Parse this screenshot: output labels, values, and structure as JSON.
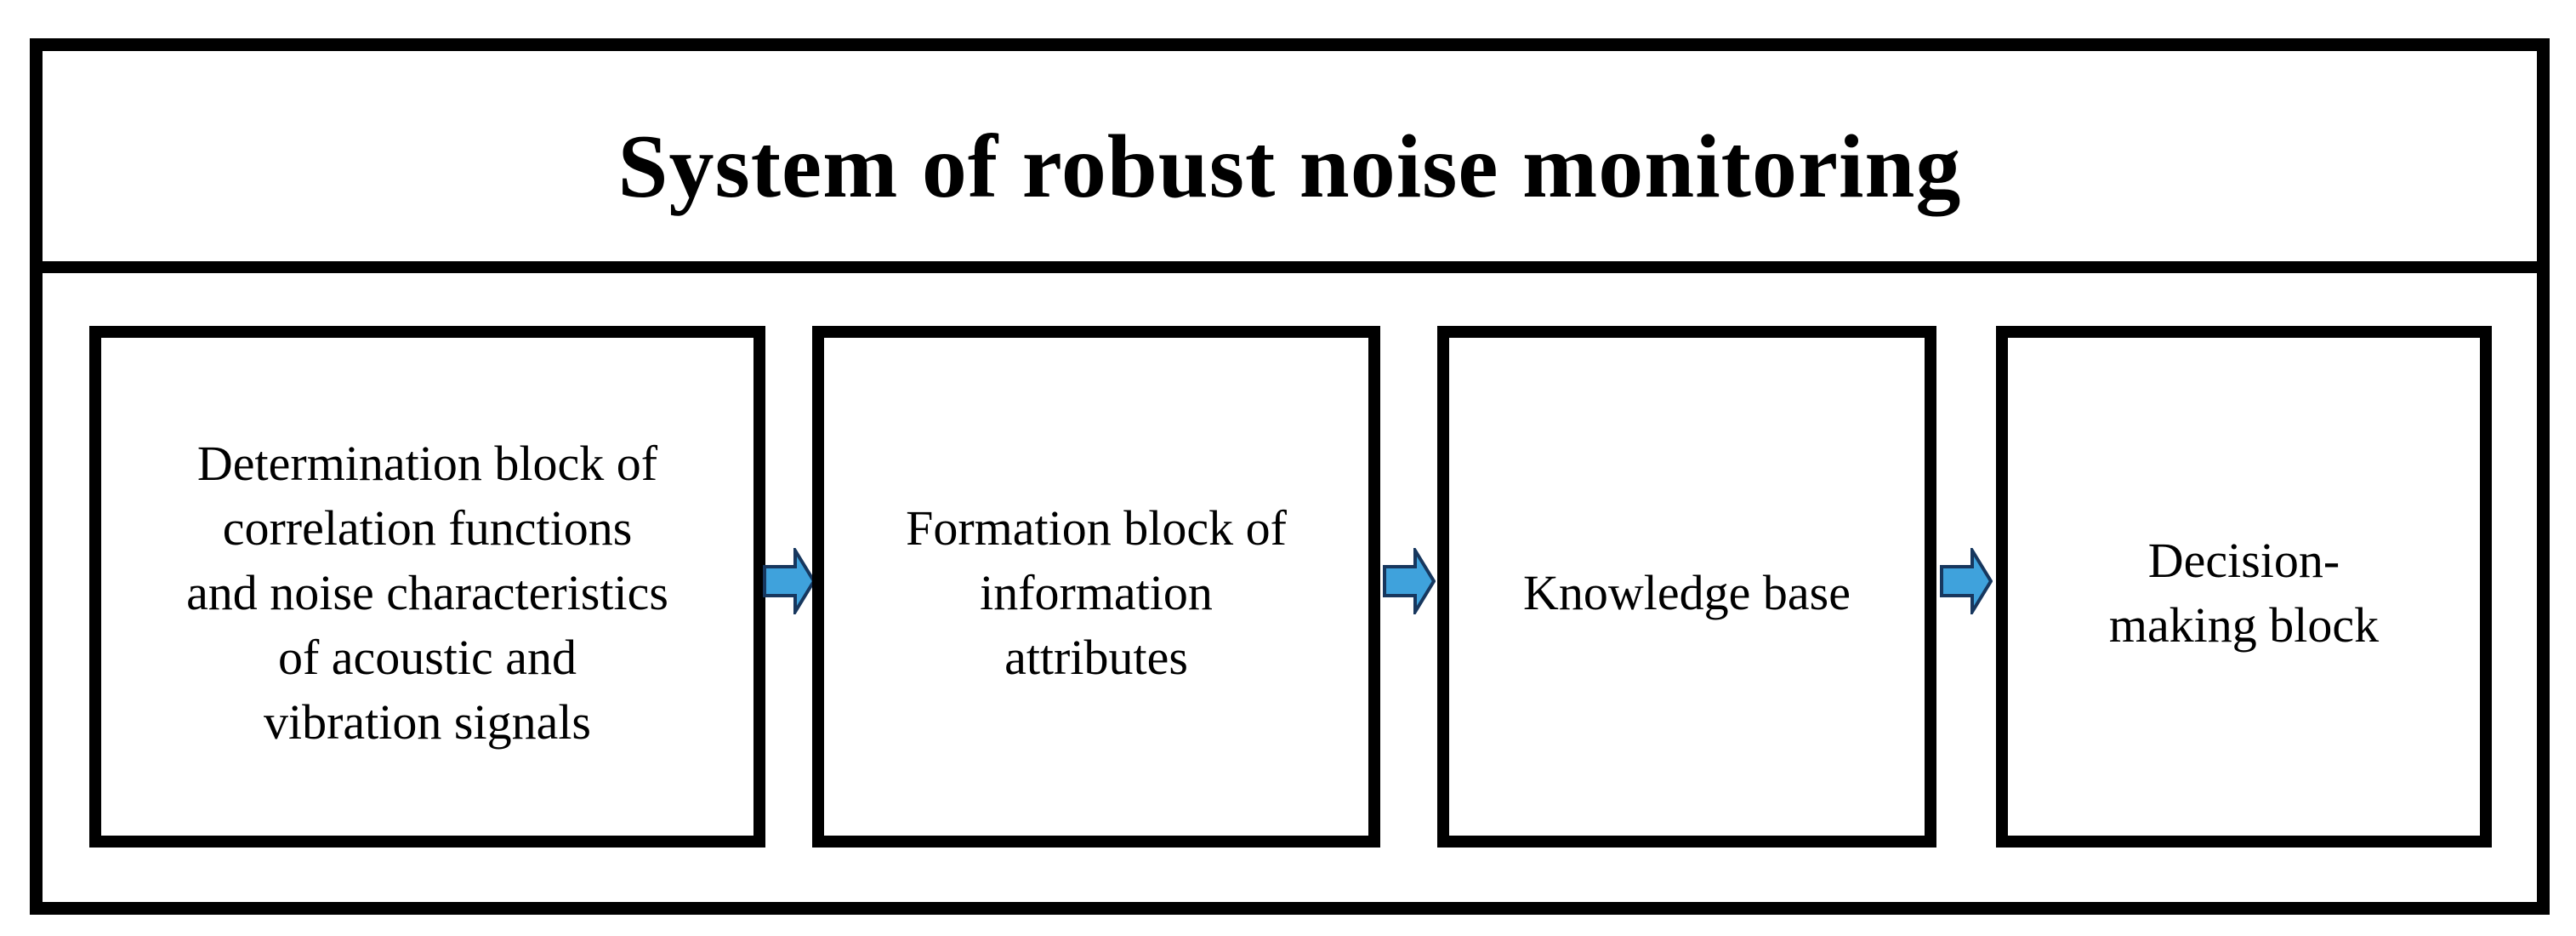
{
  "title": "System of robust noise monitoring",
  "blocks": [
    {
      "label": "Determination block of correlation functions and noise characteristics of acoustic and vibration signals",
      "lines": [
        "Determination block of",
        "correlation functions",
        "and noise characteristics",
        "of acoustic and",
        "vibration signals"
      ]
    },
    {
      "label": "Formation block of information attributes",
      "lines": [
        "Formation block of",
        "information",
        "attributes"
      ]
    },
    {
      "label": "Knowledge base",
      "lines": [
        "Knowledge base"
      ]
    },
    {
      "label": "Decision-making block",
      "lines": [
        "Decision-",
        "making block"
      ]
    }
  ],
  "arrow": {
    "direction": "right",
    "fill": "#3FA2DC",
    "stroke": "#17375E"
  },
  "colors": {
    "border": "#000000",
    "text": "#000000",
    "background": "#FFFFFF"
  }
}
